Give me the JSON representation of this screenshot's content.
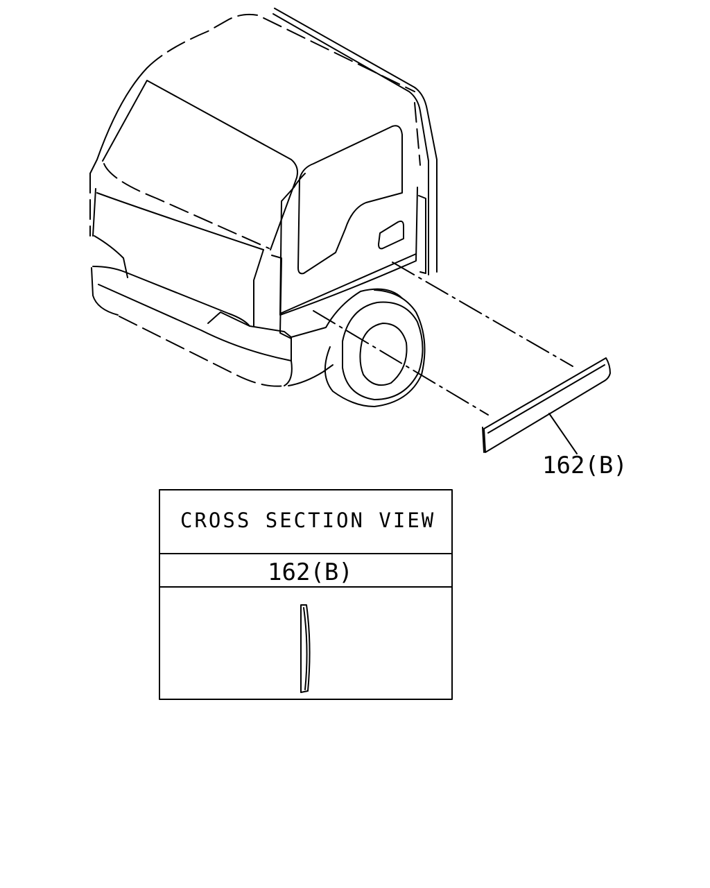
{
  "callout": {
    "part_label": "162(B)"
  },
  "cross_section": {
    "title": "CROSS SECTION VIEW",
    "part_label": "162(B)"
  }
}
